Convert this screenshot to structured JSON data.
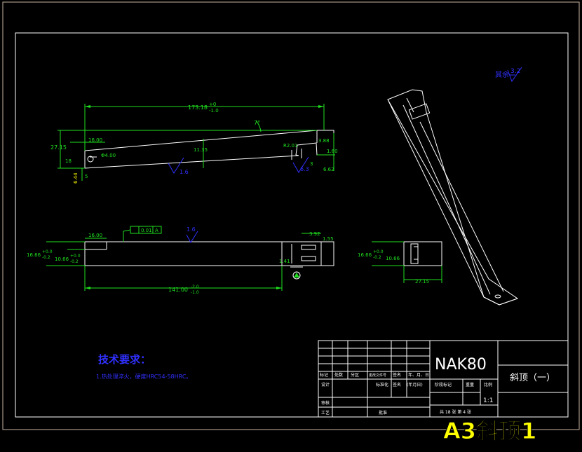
{
  "title_block": {
    "material": "NAK80",
    "part_name": "斜顶（一）",
    "scale_label": "比例",
    "scale_value": "1:1",
    "weight_label": "重量",
    "stage_label": "阶段标记",
    "sheets": "共 18 张    第 4 张",
    "headers": [
      "标记",
      "处数",
      "分区",
      "更改文件号",
      "签名",
      "年、月、日"
    ],
    "row_design": [
      "设计",
      "标准化",
      "签名",
      "(年月日)"
    ],
    "row_check": "审核",
    "row_process": "工艺",
    "row_approve": "批准"
  },
  "tech_req": {
    "title": "技术要求：",
    "line1": "1.热处理淬火，硬度HRC54-58HRC。"
  },
  "overlay_title": "A3斜顶1",
  "roughness_corner": {
    "prefix": "其余",
    "value": "3.2"
  },
  "dims": {
    "top_length": "173.18",
    "top_tol_up": "+0",
    "top_tol_dn": "-1.0",
    "height": "27.15",
    "d16": "16.00",
    "d18": "18",
    "dphi": "Φ4.00",
    "d5": "5",
    "d644": "6.44",
    "d1135": "11.35",
    "angle": "7°",
    "r201": "R2.01",
    "d388": "3.88",
    "d160": "1.60",
    "d662": "6.62",
    "d3": "3",
    "ra16": "1.6",
    "ra63": "6.3",
    "flat": "0.01",
    "flat_ref": "A",
    "d1666": "16.66",
    "tol_p0": "+0.0",
    "tol_m02": "-0.2",
    "d1066": "10.66",
    "d14100": "141.00",
    "tol_m20": "-2.0",
    "tol_m10": "-1.0",
    "d392": "3.92",
    "d155": "1.55",
    "d141": "1.41",
    "datum_a": "A",
    "side_1666": "16.66",
    "side_1066": "10.66",
    "side_2715": "27.15"
  },
  "colors": {
    "geometry": "#ffffff",
    "dimension": "#20e020",
    "annotation": "#3030ff",
    "frame_outer": "#c8b4a0",
    "overlay": "#ffff00"
  }
}
